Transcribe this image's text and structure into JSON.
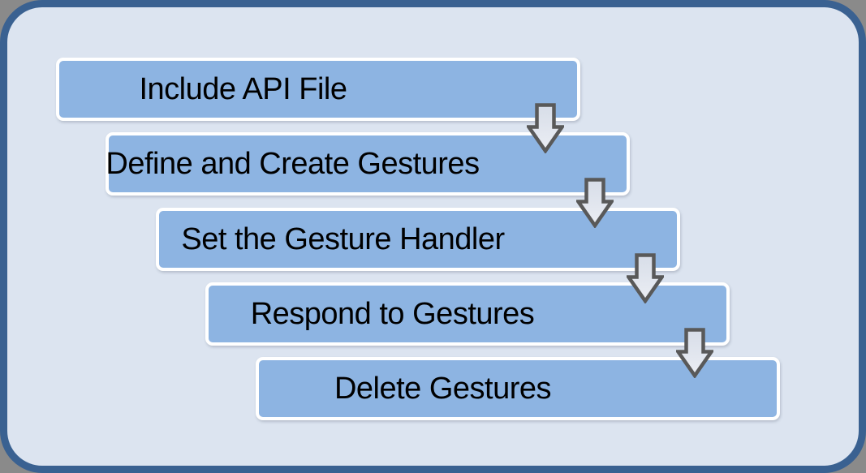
{
  "diagram": {
    "type": "process-flow",
    "steps": [
      {
        "label": "Include API File"
      },
      {
        "label": "Define and Create Gestures"
      },
      {
        "label": "Set the Gesture Handler"
      },
      {
        "label": "Respond to Gestures"
      },
      {
        "label": "Delete Gestures"
      }
    ],
    "connectors": {
      "icon": "down-block-arrow-icon",
      "count": 4
    },
    "colors": {
      "box_fill": "#8DB4E2",
      "box_border": "#FFFFFF",
      "text": "#000000",
      "frame_fill": "#DCE4F0",
      "frame_border": "#3A6191",
      "page_background": "#8A8A8A",
      "arrow_outline": "#595959",
      "arrow_fill_top": "#D7DDE8",
      "arrow_fill_bottom": "#EBEEF4"
    }
  }
}
